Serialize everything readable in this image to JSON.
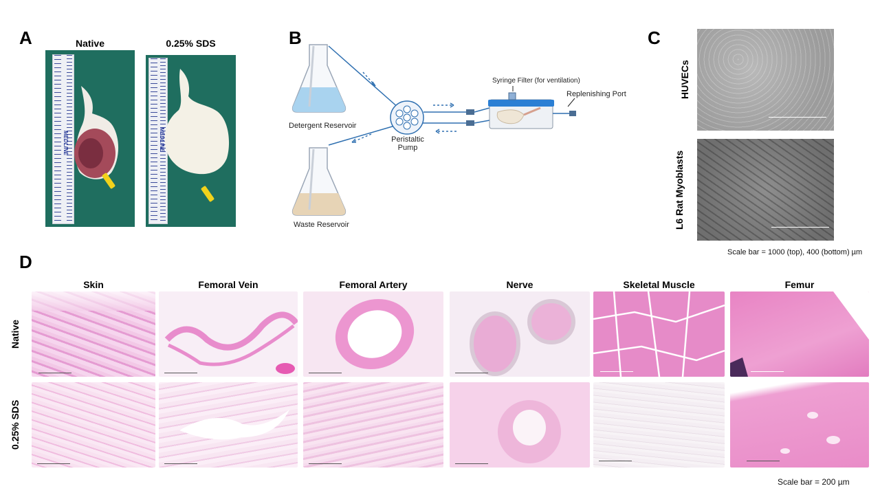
{
  "panelA": {
    "letter": "A",
    "native_label": "Native",
    "sds_label": "0.25% SDS",
    "ruler_brand": "MEDLINE"
  },
  "panelB": {
    "letter": "B",
    "detergent_reservoir": "Detergent Reservoir",
    "waste_reservoir": "Waste Reservoir",
    "pump": "Peristaltic\nPump",
    "syringe_filter": "Syringe Filter (for ventilation)",
    "replenishing_port": "Replenishing Port"
  },
  "panelC": {
    "letter": "C",
    "top_label": "HUVECs",
    "bottom_label": "L6 Rat Myoblasts",
    "scale_note": "Scale bar = 1000 (top), 400 (bottom) µm"
  },
  "panelD": {
    "letter": "D",
    "columns": [
      "Skin",
      "Femoral Vein",
      "Femoral Artery",
      "Nerve",
      "Skeletal Muscle",
      "Femur"
    ],
    "rows": [
      "Native",
      "0.25% SDS"
    ],
    "scale_note": "Scale bar = 200 µm"
  },
  "colors": {
    "surgical_green": "#1f6e5f",
    "he_pink": "#e79ad0",
    "he_light": "#f4dcec",
    "flow_blue": "#2e6fb0"
  }
}
